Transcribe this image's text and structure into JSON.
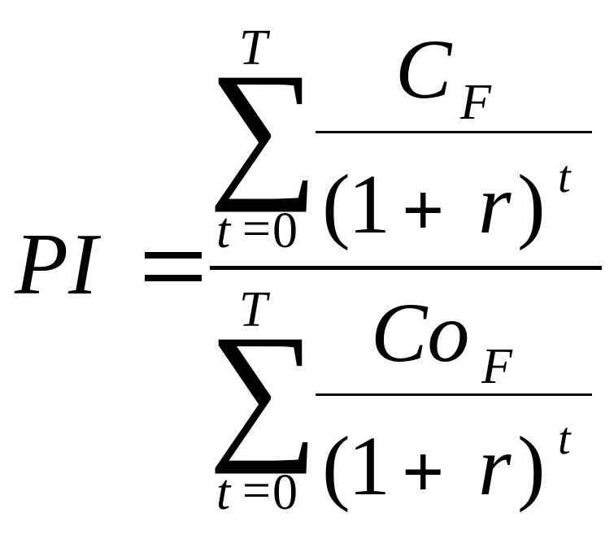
{
  "formula": {
    "lhs": "PI",
    "equals": "=",
    "numerator": {
      "sum_symbol": "∑",
      "sum_upper": "T",
      "sum_lower_var": "t",
      "sum_lower_eq": "=",
      "sum_lower_val": "0",
      "term_numerator": "C",
      "term_numerator_sub": "F",
      "denominator": {
        "open_paren": "(",
        "one": "1",
        "plus": "+",
        "r": "r",
        "close_paren": ")",
        "exponent": "t"
      }
    },
    "denominator": {
      "sum_symbol": "∑",
      "sum_upper": "T",
      "sum_lower_var": "t",
      "sum_lower_eq": "=",
      "sum_lower_val": "0",
      "term_numerator": "Co",
      "term_numerator_sub": "F",
      "denominator": {
        "open_paren": "(",
        "one": "1",
        "plus": "+",
        "r": "r",
        "close_paren": ")",
        "exponent": "t"
      }
    }
  }
}
